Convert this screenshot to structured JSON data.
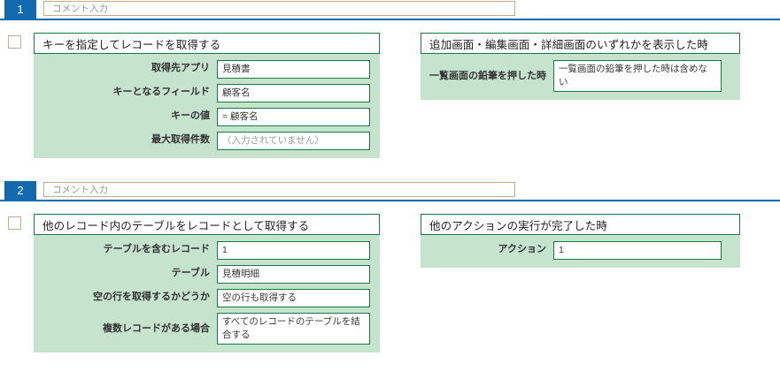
{
  "sections": [
    {
      "badge": "1",
      "comment_placeholder": "コメント入力",
      "left": {
        "title": "キーを指定してレコードを取得する",
        "fields": [
          {
            "label": "取得先アプリ",
            "value": "見積書",
            "placeholder": false,
            "two_line": false
          },
          {
            "label": "キーとなるフィールド",
            "value": "顧客名",
            "placeholder": false,
            "two_line": false
          },
          {
            "label": "キーの値",
            "value": "= 顧客名",
            "placeholder": false,
            "two_line": false
          },
          {
            "label": "最大取得件数",
            "value": "〈入力されていません〉",
            "placeholder": true,
            "two_line": false
          }
        ]
      },
      "right": {
        "title": "追加画面・編集画面・詳細画面のいずれかを表示した時",
        "fields": [
          {
            "label": "一覧画面の鉛筆を押した時",
            "value": "一覧画面の鉛筆を押した時は含めない",
            "placeholder": false,
            "two_line": true
          }
        ]
      }
    },
    {
      "badge": "2",
      "comment_placeholder": "コメント入力",
      "left": {
        "title": "他のレコード内のテーブルをレコードとして取得する",
        "fields": [
          {
            "label": "テーブルを含むレコード",
            "value": "1",
            "placeholder": false,
            "two_line": false
          },
          {
            "label": "テーブル",
            "value": "見積明細",
            "placeholder": false,
            "two_line": false
          },
          {
            "label": "空の行を取得するかどうか",
            "value": "空の行も取得する",
            "placeholder": false,
            "two_line": false
          },
          {
            "label": "複数レコードがある場合",
            "value": "すべてのレコードのテーブルを結合する",
            "placeholder": false,
            "two_line": true
          }
        ]
      },
      "right": {
        "title": "他のアクションの実行が完了した時",
        "fields": [
          {
            "label": "アクション",
            "value": "1",
            "placeholder": false,
            "two_line": false
          }
        ]
      }
    }
  ],
  "colors": {
    "badge_blue": "#1269ad",
    "rule_blue": "#0a6aae",
    "card_border_green": "#1a7a42",
    "card_body_green": "#c6e3cd",
    "checkbox_border": "#c2ad93",
    "placeholder_gray": "#9b9b9b"
  }
}
